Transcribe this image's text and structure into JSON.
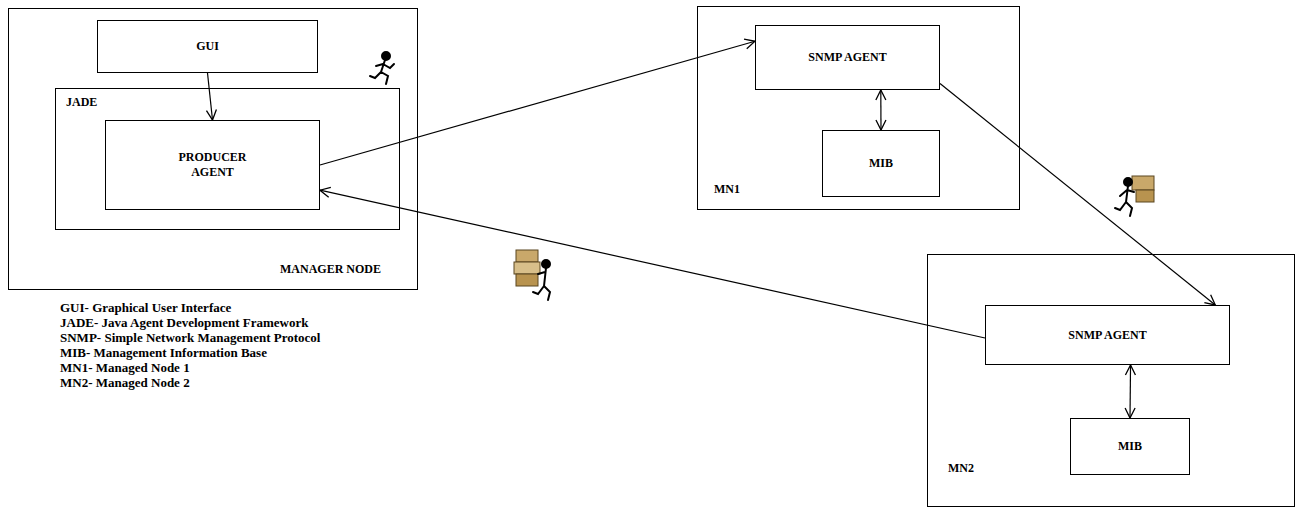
{
  "diagram": {
    "nodes": [
      {
        "text": [
          "MANAGER NODE"
        ]
      },
      {
        "text": [
          "GUI"
        ],
        "in": 0
      },
      {
        "text": [
          "JADE"
        ],
        "in": 0
      },
      {
        "text": [
          "PRODUCER AGENT"
        ],
        "in": 2
      },
      {
        "text": [
          "MN1"
        ]
      },
      {
        "text": [
          "SNMP AGENT"
        ],
        "in": 4
      },
      {
        "text": [
          "MIB"
        ],
        "in": 4
      },
      {
        "text": [
          "MN2"
        ]
      },
      {
        "text": [
          "SNMP AGENT"
        ],
        "in": 7
      },
      {
        "text": [
          "MIB"
        ],
        "in": 7
      }
    ],
    "edges": [
      {
        "from": 1,
        "to": 3,
        "arrow": "to"
      },
      {
        "from": 3,
        "to": 5,
        "arrow": "to"
      },
      {
        "from": 5,
        "to": 6,
        "arrow": "both"
      },
      {
        "from": 5,
        "to": 8,
        "arrow": "to"
      },
      {
        "from": 8,
        "to": 9,
        "arrow": "both"
      },
      {
        "from": 8,
        "to": 3,
        "arrow": "to"
      }
    ],
    "labels": [
      "GUI- Graphical User Interface",
      "JADE- Java Agent Development Framework",
      "SNMP- Simple Network Management Protocol",
      "MIB- Management Information Base",
      "MN1- Managed Node 1",
      "MN2- Managed Node 2"
    ]
  }
}
